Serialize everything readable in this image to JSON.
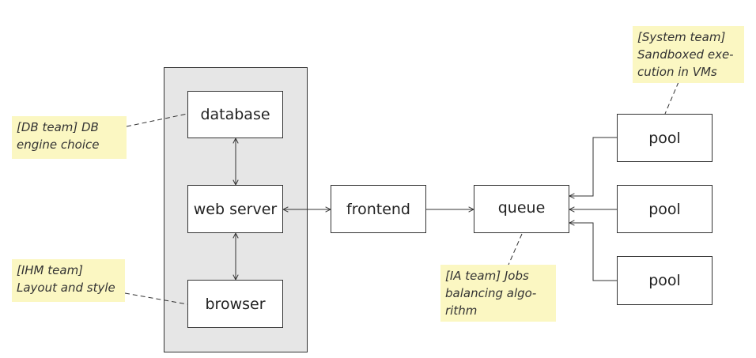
{
  "nodes": {
    "database": "database",
    "web_server": "web server",
    "browser": "browser",
    "frontend": "frontend",
    "queue": "queue",
    "pool_1": "pool",
    "pool_2": "pool",
    "pool_3": "pool"
  },
  "notes": {
    "db_team": [
      "[DB team] DB",
      "engine choice"
    ],
    "ihm_team": [
      "[IHM team]",
      "Layout and style"
    ],
    "ia_team": [
      "[IA team] Jobs",
      "balancing algo-",
      "rithm"
    ],
    "system_team": [
      "[System team]",
      "Sandboxed exe-",
      "cution in VMs"
    ]
  },
  "colors": {
    "group_fill": "#e6e6e6",
    "note_fill": "#fbf7c2",
    "line": "#333333"
  }
}
